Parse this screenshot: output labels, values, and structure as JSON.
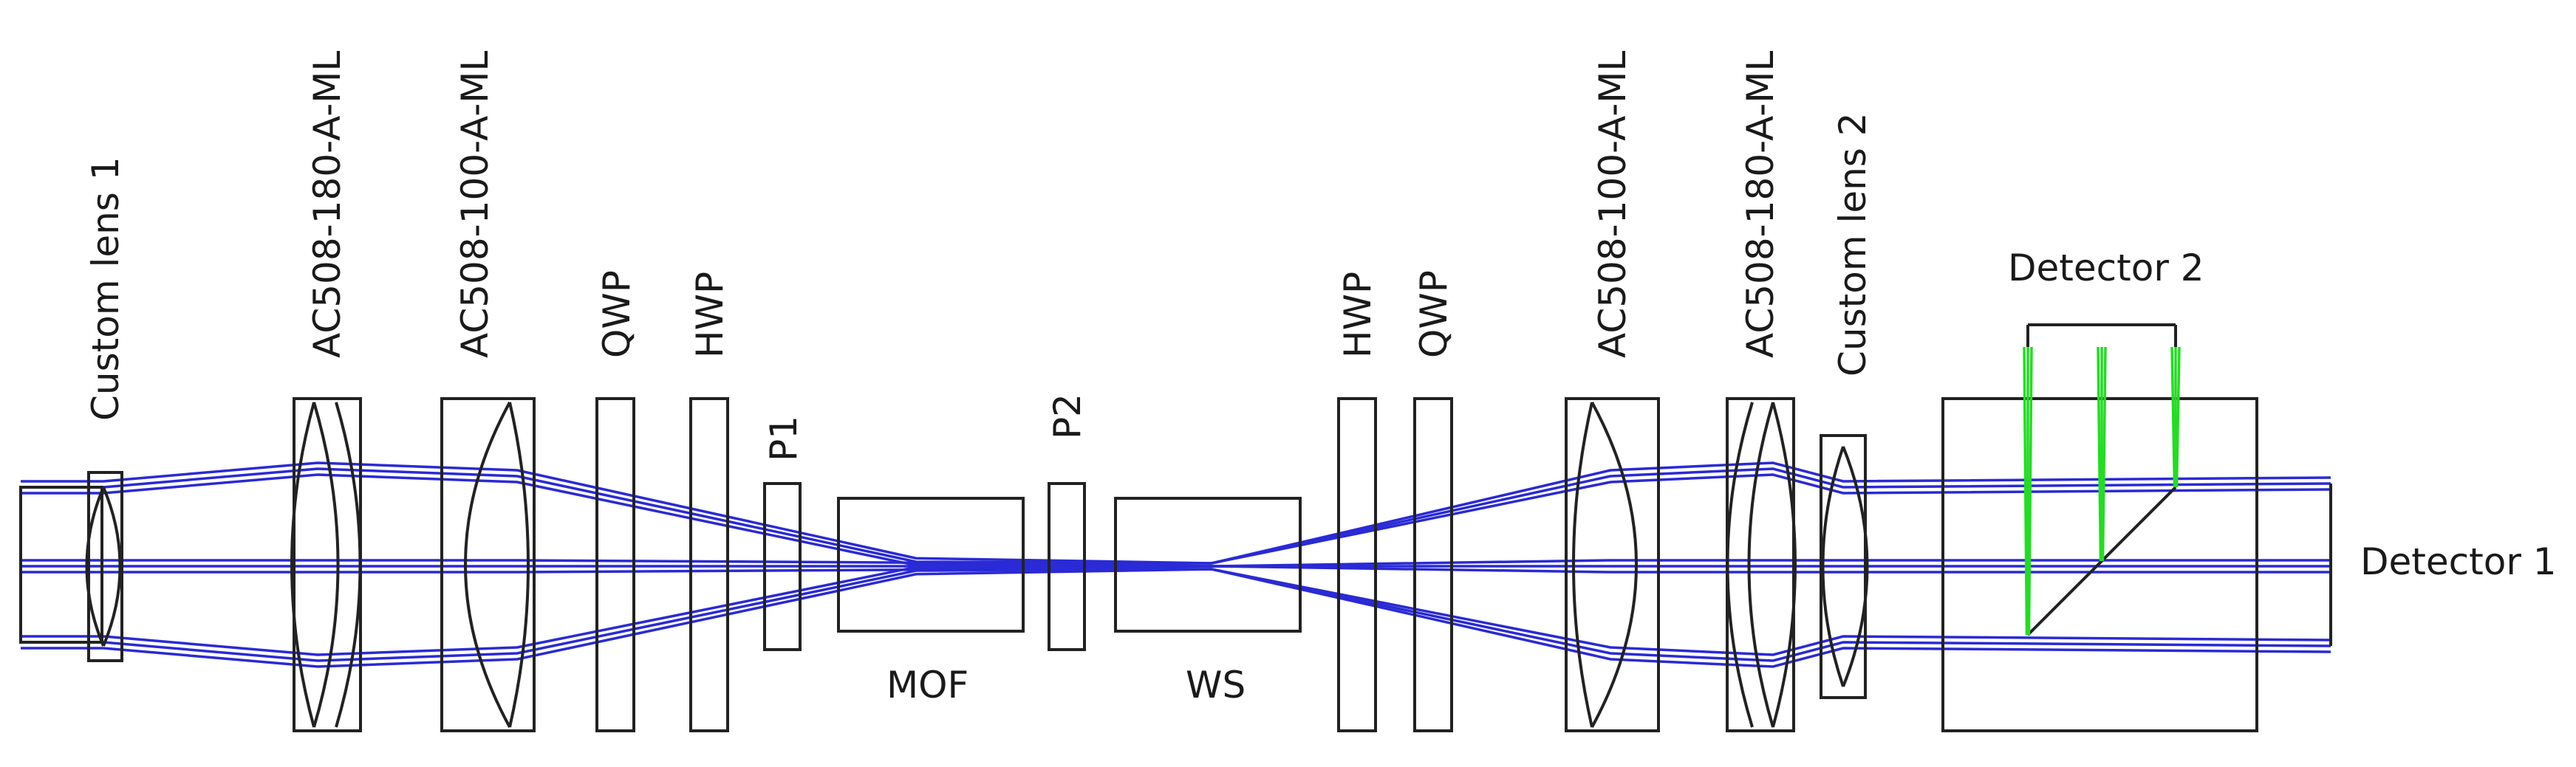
{
  "colors": {
    "ray_main": "#2a2ad6",
    "ray_detector2": "#22dd22",
    "outline": "#222222"
  },
  "labels": {
    "custom_lens_1": "Custom lens 1",
    "ac508_180_left": "AC508-180-A-ML",
    "ac508_100_left": "AC508-100-A-ML",
    "qwp_left": "QWP",
    "hwp_left": "HWP",
    "p1": "P1",
    "mof": "MOF",
    "p2": "P2",
    "ws": "WS",
    "hwp_right": "HWP",
    "qwp_right": "QWP",
    "ac508_100_right": "AC508-100-A-ML",
    "ac508_180_right": "AC508-180-A-ML",
    "custom_lens_2": "Custom lens 2",
    "detector_2": "Detector 2",
    "detector_1": "Detector 1"
  }
}
